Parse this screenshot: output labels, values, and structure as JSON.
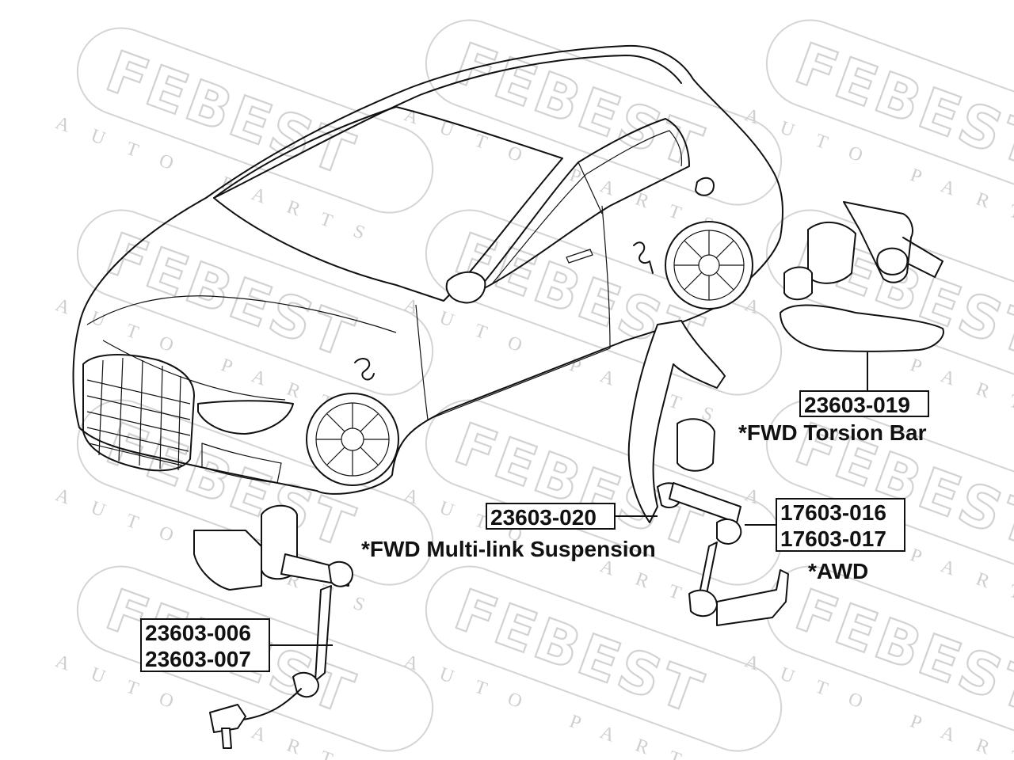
{
  "watermark": {
    "brand": "FEBEST",
    "tagline": "AUTO PARTS"
  },
  "callouts": {
    "c019": {
      "part_number": "23603-019",
      "note": "*FWD Torsion Bar"
    },
    "c020": {
      "part_number": "23603-020",
      "note": "*FWD Multi-link Suspension"
    },
    "c016": {
      "part_number": "17603-016"
    },
    "c017": {
      "part_number": "17603-017",
      "note": "*AWD"
    },
    "c006": {
      "part_number": "23603-006"
    },
    "c007": {
      "part_number": "23603-007"
    }
  }
}
